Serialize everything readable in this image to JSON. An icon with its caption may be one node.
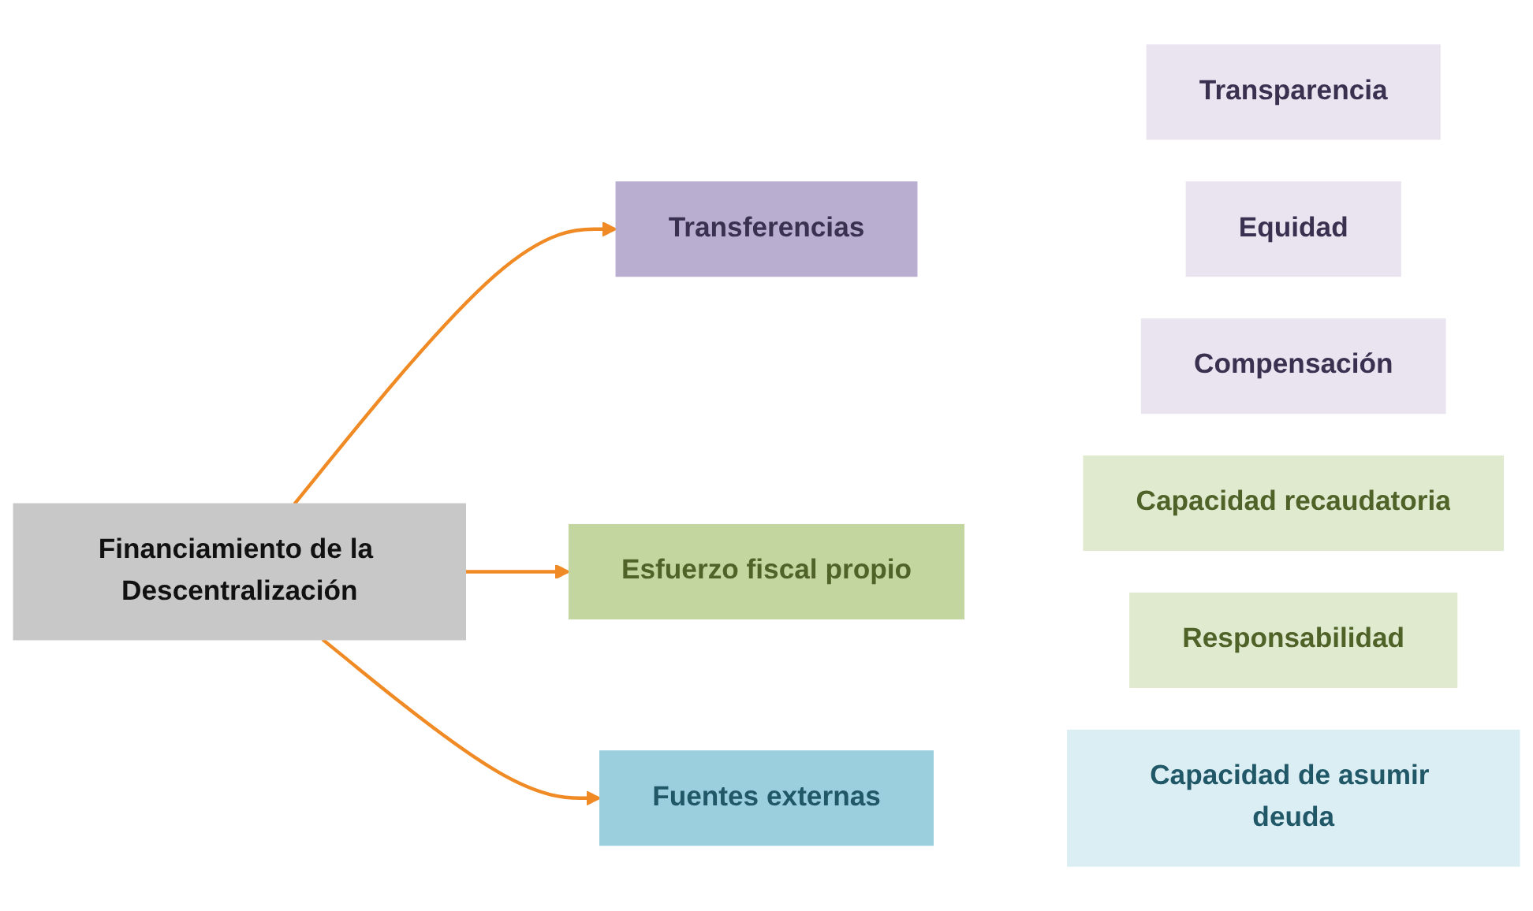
{
  "diagram": {
    "nodes": [
      {
        "text": [
          "Financiamiento de la Descentralización"
        ]
      },
      {
        "text": [
          "Transferencias"
        ]
      },
      {
        "text": [
          "Transparencia"
        ]
      },
      {
        "text": [
          "Equidad"
        ]
      },
      {
        "text": [
          "Compensación"
        ]
      },
      {
        "text": [
          "Esfuerzo fiscal propio"
        ]
      },
      {
        "text": [
          "Capacidad recaudatoria"
        ]
      },
      {
        "text": [
          "Responsabilidad"
        ]
      },
      {
        "text": [
          "Fuentes externas"
        ]
      },
      {
        "text": [
          "Capacidad de asumir deuda"
        ]
      }
    ],
    "edges": [
      {
        "from": 0,
        "to": 1,
        "arrow": "to"
      },
      {
        "from": 0,
        "to": 5,
        "arrow": "to"
      },
      {
        "from": 0,
        "to": 8,
        "arrow": "to"
      }
    ]
  }
}
